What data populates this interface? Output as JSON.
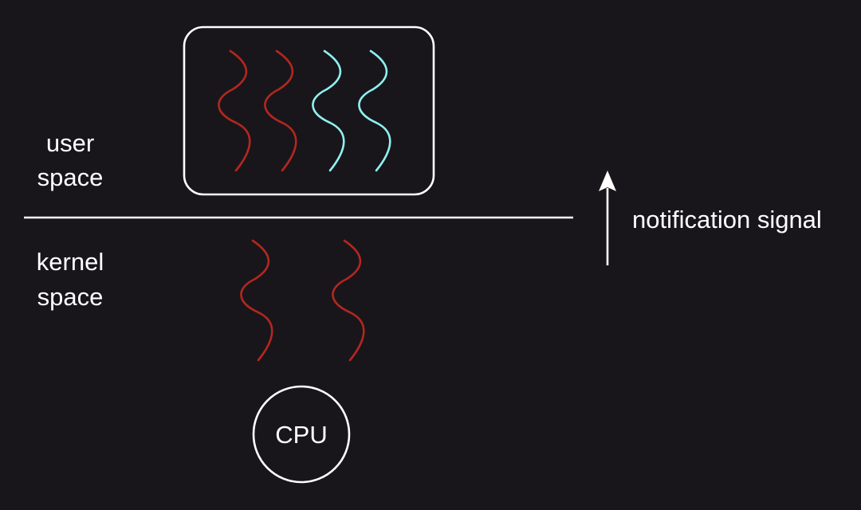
{
  "labels": {
    "user_space_line1": "user",
    "user_space_line2": "space",
    "kernel_space_line1": "kernel",
    "kernel_space_line2": "space",
    "notification": "notification signal",
    "cpu": "CPU"
  },
  "threads": {
    "user": [
      {
        "kind": "red"
      },
      {
        "kind": "red"
      },
      {
        "kind": "cyan"
      },
      {
        "kind": "cyan"
      }
    ],
    "kernel": [
      {
        "kind": "red"
      },
      {
        "kind": "red"
      }
    ]
  },
  "colors": {
    "background": "#18161b",
    "red_thread": "#b3271f",
    "cyan_thread": "#8ff0f0",
    "line": "#ffffff"
  }
}
